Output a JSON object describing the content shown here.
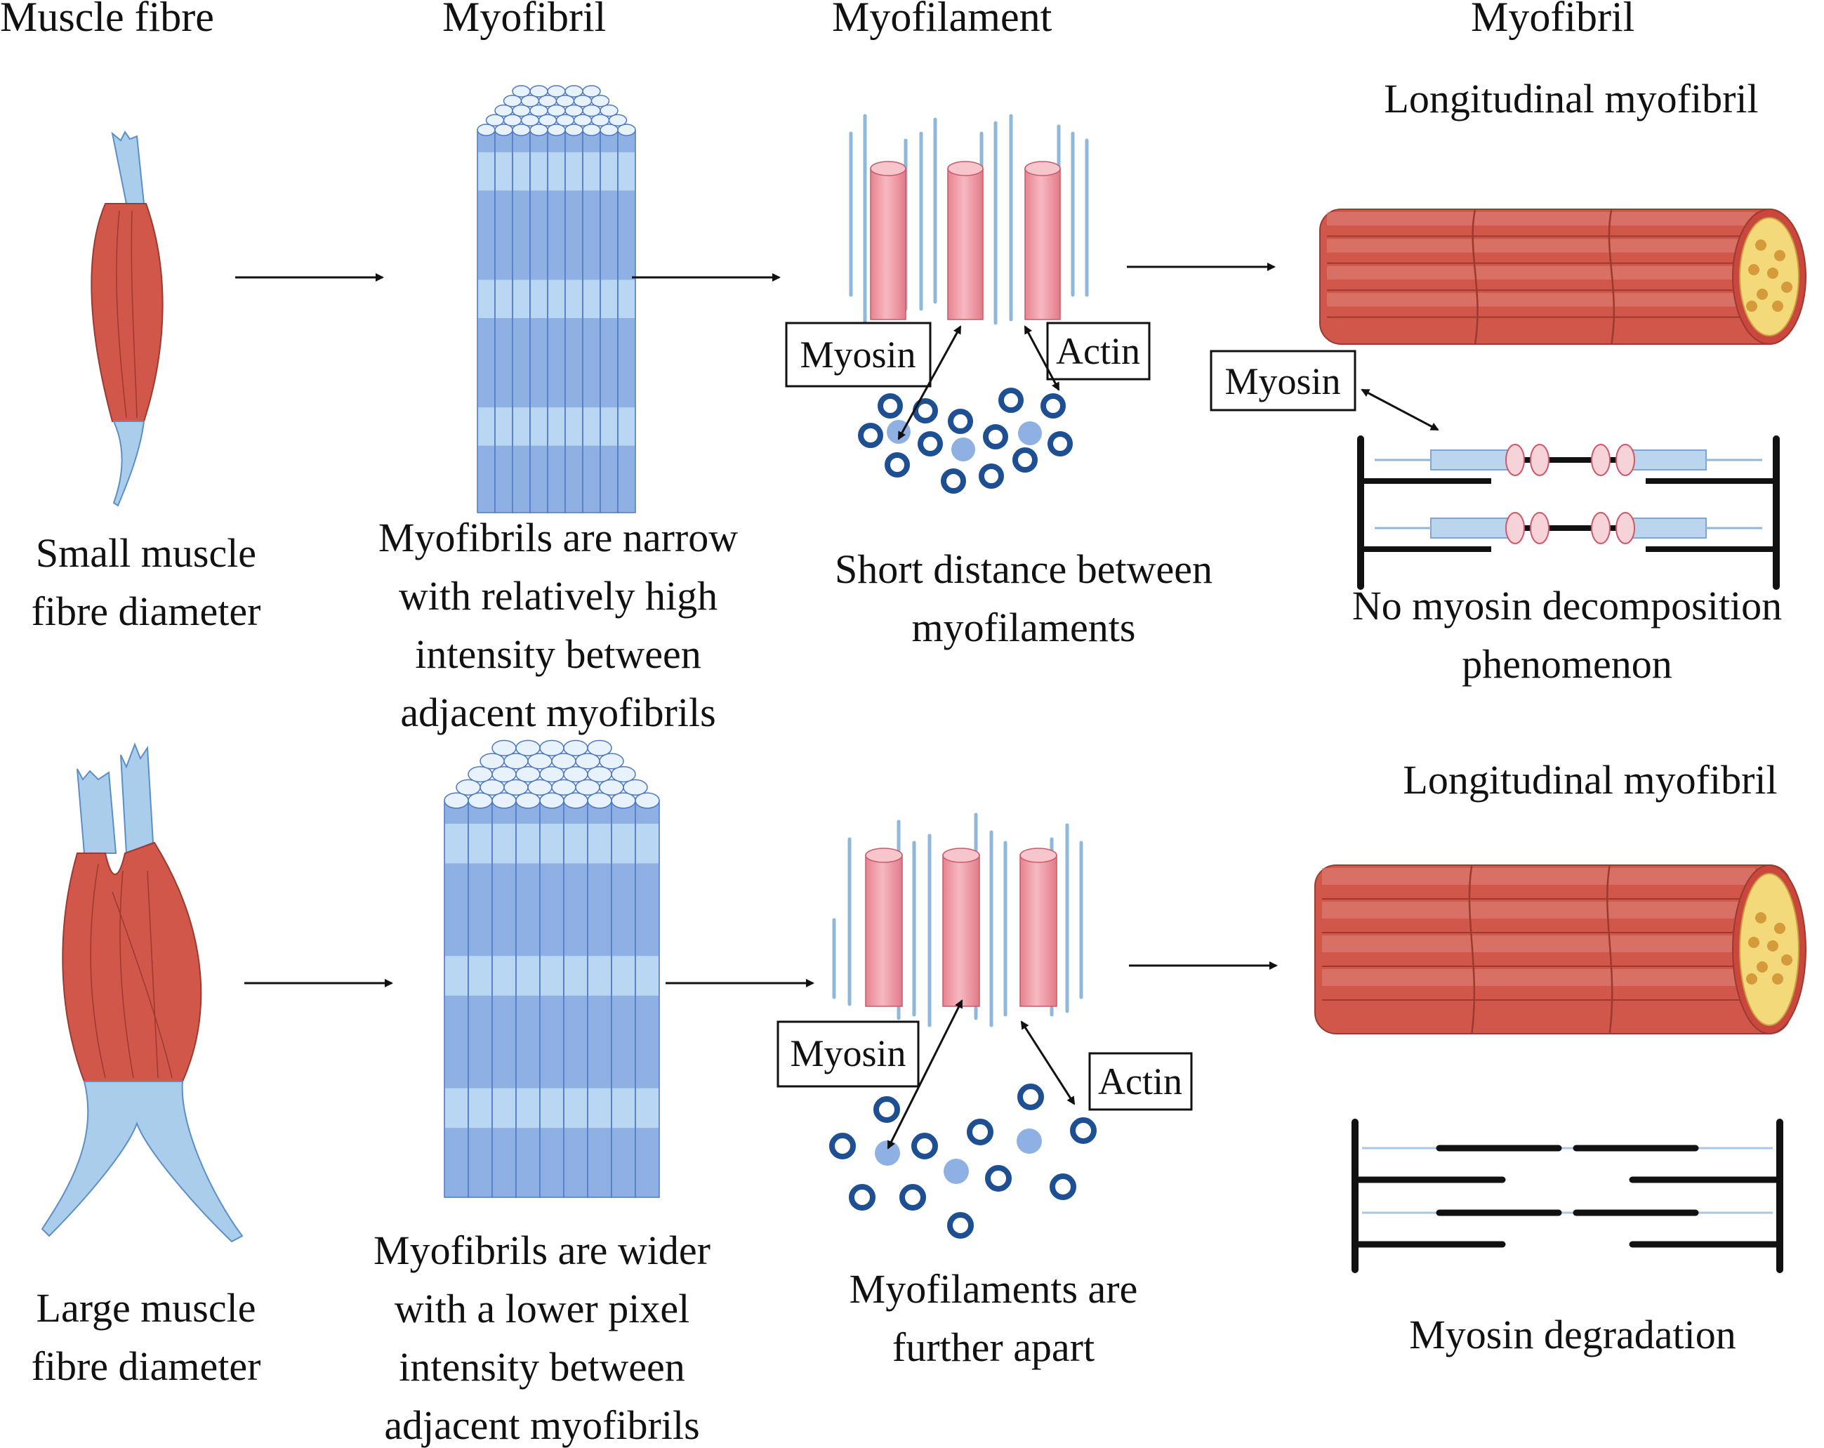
{
  "headers": {
    "muscle_fibre": "Muscle fibre",
    "myofibril": "Myofibril",
    "myofilament": "Myofilament",
    "myofibril_right": "Myofibril"
  },
  "top_row": {
    "fibre_caption": [
      "Small muscle",
      "fibre diameter"
    ],
    "myofibril_caption": [
      "Myofibrils are narrow",
      "with relatively high",
      "intensity between",
      "adjacent myofibrils"
    ],
    "filament_caption": [
      "Short distance between",
      "myofilaments"
    ],
    "myosin_label": "Myosin",
    "actin_label": "Actin",
    "longitudinal_title": "Longitudinal myofibril",
    "sarcomere_myosin_label": "Myosin",
    "sarcomere_caption": [
      "No myosin decomposition",
      "phenomenon"
    ]
  },
  "bottom_row": {
    "fibre_caption": [
      "Large muscle",
      "fibre diameter"
    ],
    "myofibril_caption": [
      "Myofibrils are wider",
      "with a lower pixel",
      "intensity between",
      "adjacent myofibrils"
    ],
    "filament_caption": [
      "Myofilaments are",
      "further apart"
    ],
    "myosin_label": "Myosin",
    "actin_label": "Actin",
    "longitudinal_title": "Longitudinal myofibril",
    "sarcomere_caption": [
      "Myosin degradation"
    ]
  },
  "colors": {
    "muscle_red": "#d0574a",
    "muscle_dark": "#b8443a",
    "tendon_blue": "#a9cdeb",
    "fibril_blue": "#8fb0e2",
    "fibril_light": "#b9d6f3",
    "fibril_edge": "#4e78c4",
    "myosin_pink": "#ef9aa6",
    "ring_navy": "#1f4f93",
    "core_yellow": "#f4d97b"
  }
}
